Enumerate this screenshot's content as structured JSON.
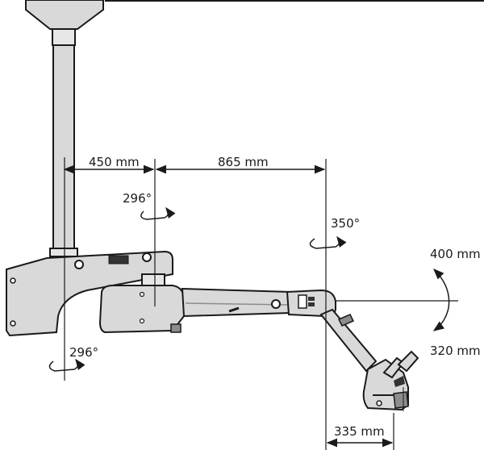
{
  "dimensions": {
    "stand_reach": "450 mm",
    "arm_reach": "865 mm",
    "head_offset": "335 mm",
    "tilt_up": "400 mm",
    "tilt_down": "320 mm"
  },
  "rotations": {
    "ceiling_mount": "296°",
    "arm_joint": "296°",
    "head_joint": "350°"
  },
  "colors": {
    "stroke": "#1a1a1a",
    "fill": "#d9d9d9",
    "fill_light": "#e6e6e6",
    "fill_dark": "#8c8c8c"
  }
}
